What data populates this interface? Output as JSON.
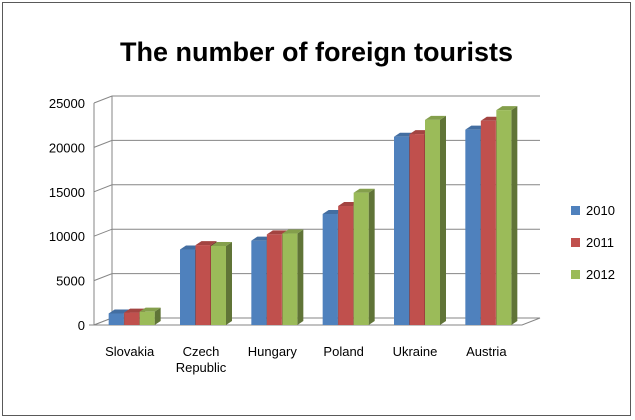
{
  "chart_data": {
    "type": "bar",
    "title": "The number of foreign tourists",
    "categories": [
      "Slovakia",
      "Czech Republic",
      "Hungary",
      "Poland",
      "Ukraine",
      "Austria"
    ],
    "category_lines": [
      [
        "Slovakia"
      ],
      [
        "Czech",
        "Republic"
      ],
      [
        "Hungary"
      ],
      [
        "Poland"
      ],
      [
        "Ukraine"
      ],
      [
        "Austria"
      ]
    ],
    "series": [
      {
        "name": "2010",
        "color": "#4f81bd",
        "values": [
          1300,
          8500,
          9500,
          12500,
          21200,
          22000
        ]
      },
      {
        "name": "2011",
        "color": "#c0504d",
        "values": [
          1400,
          9000,
          10200,
          13400,
          21500,
          23000
        ]
      },
      {
        "name": "2012",
        "color": "#9bbb59",
        "values": [
          1500,
          8900,
          10300,
          14900,
          23100,
          24200
        ]
      }
    ],
    "ylim": [
      0,
      25000
    ],
    "yticks": [
      0,
      5000,
      10000,
      15000,
      20000,
      25000
    ],
    "xlabel": "",
    "ylabel": "",
    "grid": true,
    "legend": "right"
  }
}
